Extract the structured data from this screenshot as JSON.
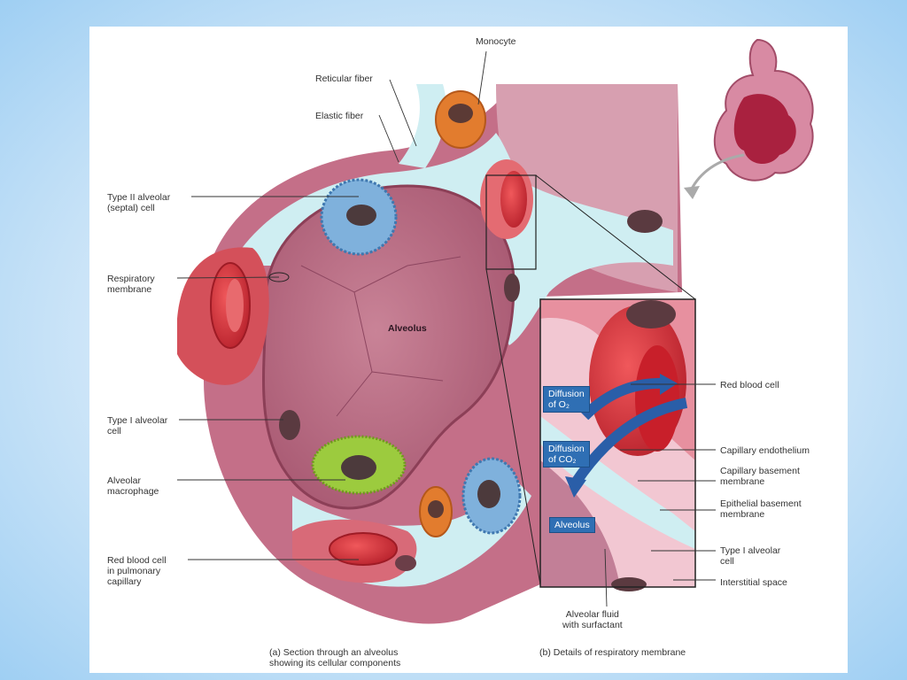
{
  "labels": {
    "monocyte": "Monocyte",
    "reticular_fiber": "Reticular fiber",
    "elastic_fiber": "Elastic fiber",
    "type2_cell": "Type II alveolar\n(septal) cell",
    "resp_membrane": "Respiratory\nmembrane",
    "alveolus": "Alveolus",
    "type1_cell_left": "Type I alveolar\ncell",
    "macrophage": "Alveolar\nmacrophage",
    "rbc_capillary": "Red blood cell\nin pulmonary\ncapillary",
    "rbc_right": "Red blood cell",
    "cap_endothelium": "Capillary endothelium",
    "cap_basement": "Capillary basement\nmembrane",
    "epi_basement": "Epithelial basement\nmembrane",
    "type1_cell_right": "Type I alveolar\ncell",
    "interstitial": "Interstitial space",
    "alveolar_fluid": "Alveolar fluid\nwith surfactant"
  },
  "inset_labels": {
    "diffusion_o2": "Diffusion\nof O₂",
    "diffusion_co2": "Diffusion\nof CO₂",
    "alveolus_box": "Alveolus"
  },
  "captions": {
    "a": "(a) Section through an alveolus\n     showing its cellular components",
    "b": "(b) Details of respiratory membrane"
  },
  "colors": {
    "tissue_pink": "#c9778f",
    "alveolus_fill": "#b56a82",
    "interstitial_blue": "#cfeef2",
    "rbc_red": "#d6333a",
    "monocyte_orange": "#e27c2e",
    "type2_blue": "#7fb1dc",
    "macrophage_green": "#9ccb3e",
    "arrow_blue": "#2a5ea8"
  }
}
